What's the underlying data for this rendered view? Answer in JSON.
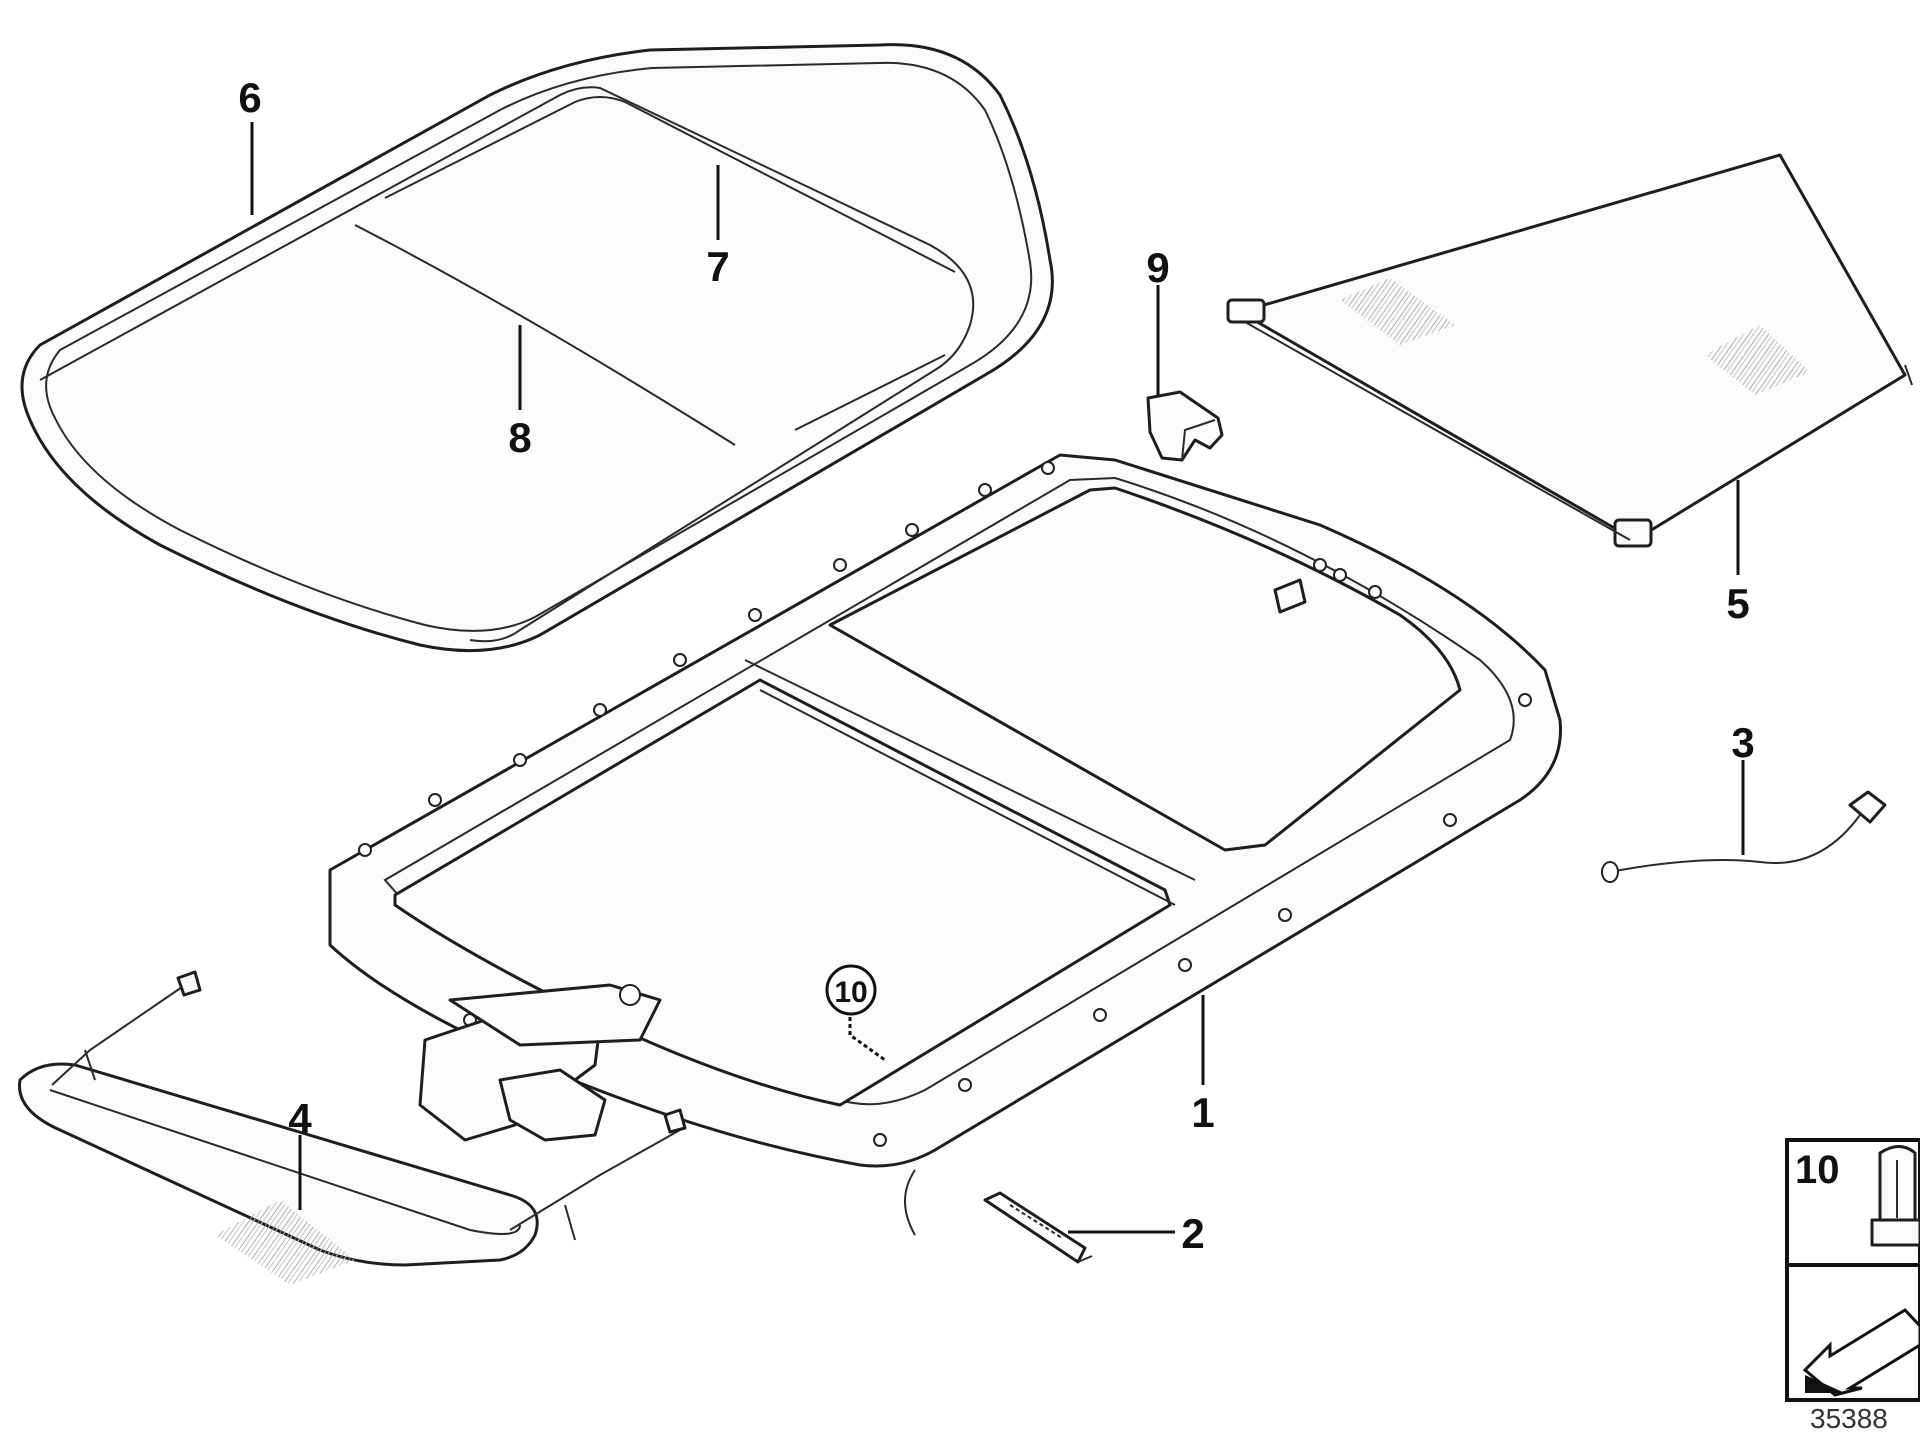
{
  "callouts": {
    "c1": "1",
    "c2": "2",
    "c3": "3",
    "c4": "4",
    "c5": "5",
    "c6": "6",
    "c7": "7",
    "c8": "8",
    "c9": "9",
    "c10": "10"
  },
  "legend": {
    "clip_number": "10"
  },
  "diagram_code": "35388",
  "colors": {
    "line": "#1e1e1e",
    "fill": "#fbfbfb",
    "shadow": "#d8d8d8"
  }
}
